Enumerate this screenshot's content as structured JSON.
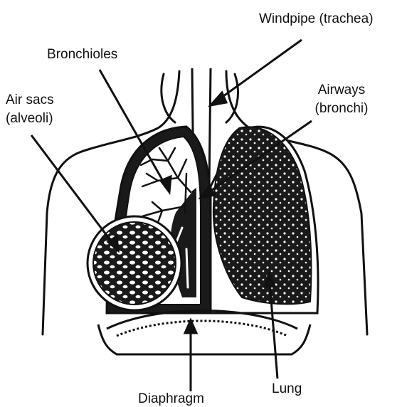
{
  "labels": {
    "windpipe": "Windpipe (trachea)",
    "bronchioles": "Bronchioles",
    "air_sacs_line1": "Air sacs",
    "air_sacs_line2": "(alveoli)",
    "airways_line1": "Airways",
    "airways_line2": "(bronchi)",
    "lung": "Lung",
    "diaphragm": "Diaphragm"
  },
  "colors": {
    "ink": "#111111",
    "paper": "#ffffff",
    "lung_fill": "#1a1a1a"
  }
}
